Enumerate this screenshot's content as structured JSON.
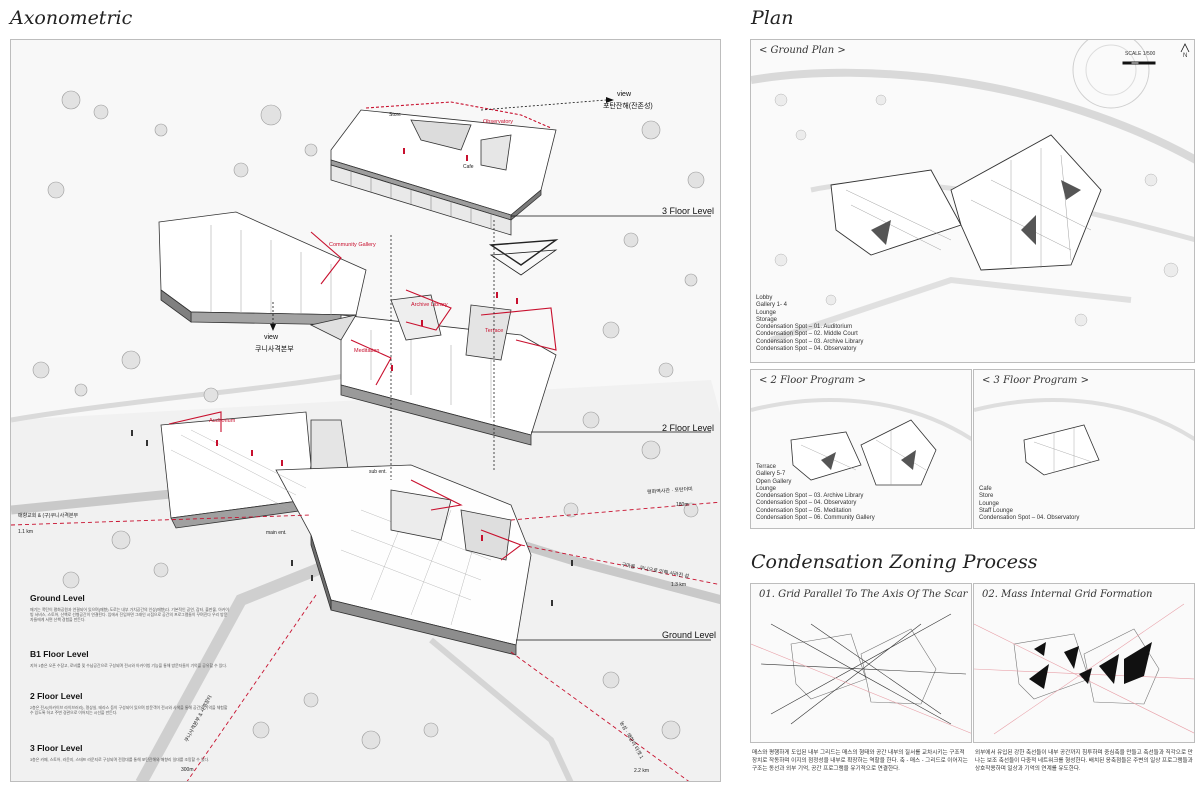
{
  "titles": {
    "axonometric": "Axonometric",
    "plan": "Plan",
    "condensation": "Condensation Zoning Process"
  },
  "axo": {
    "floor_levels": {
      "third": "3 Floor Level",
      "second": "2 Floor Level",
      "ground": "Ground Level"
    },
    "views": {
      "top_view": "view",
      "top_place": "포탄잔해(잔존성)",
      "mid_view": "view",
      "mid_place": "쿠니사격본부"
    },
    "program_labels": {
      "store": "Store",
      "cafe": "Cafe",
      "observatory": "Observatory",
      "community_gallery": "Community Gallery",
      "archive_library": "Archive Library",
      "meditation": "Meditation",
      "terrace": "Terrace",
      "auditorium": "Auditorium",
      "sub_ent": "sub ent.",
      "main_ent": "main ent."
    },
    "route_labels": {
      "left_route": "매향교회 & (구)쿠니사격본부",
      "left_dist": "1.1 km",
      "right_top_route": "평화역사관 · 포탄더미",
      "right_top_dist": "180m",
      "right_mid_route": "구마을 · 쿠니으로 인해 사라진 섬",
      "right_mid_dist": "1.3 km",
      "bottom_left_route": "쿠니사격본부 & 사격장터",
      "bottom_left_dist": "300m",
      "bottom_right_route": "농섬 · 매향리 타겟 1",
      "bottom_right_dist": "2.2 km"
    },
    "levels": [
      {
        "name": "Ground Level",
        "desc": "매기는 폭탄이 평화공원과 연결되어 있으며(매향) 도로는 내부 가치공간의 인상(매향)다. 기본적인 공연, 감터, 출판물, 아카이빙 서비스, 스토어, 산책로 선형공간이 연결된다. 입에서 진입하면 그래인 시점으로 공간의 프로그램들이 꾸며진다 우리 방문자들에게 서면 산책 경험을 만든다."
      },
      {
        "name": "B1 Floor Level",
        "desc": "지하 1층은 오픈 수장고, 로비를 및 수납공간으로 구성되며 전시와 아카이빙 기능을 통해 방문자들이 기억을 공유할 수 있다."
      },
      {
        "name": "2 Floor Level",
        "desc": "2층은 전시(아카이브 라이브러리), 명상실, 테라스 등이 구성되어 있으며 방문객이 전시와 사색을 통해 공간의 기억을 체험할 수 있도록 하고 주변 경관으로 이어지는 시선을 만든다."
      },
      {
        "name": "3 Floor Level",
        "desc": "3층은 카페, 스토어, 라운지, 스태프 라운지로 구성되며 전망대를 통해 포탄잔해와 매향리 일대를 조망할 수 있다."
      }
    ]
  },
  "plan": {
    "ground": {
      "title": "< Ground Plan >",
      "scale": "SCALE 1/500",
      "north": "N",
      "items": [
        "Lobby",
        "Gallery 1- 4",
        "Lounge",
        "Storage",
        "Condensation Spot – 01. Auditorium",
        "Condensation Spot – 02. Middle Court",
        "Condensation Spot – 03. Archive Library",
        "Condensation Spot – 04. Observatory"
      ]
    },
    "floor2": {
      "title": "< 2 Floor Program >",
      "items": [
        "Terrace",
        "Gallery 5-7",
        "Open Gallery",
        "Lounge",
        "Condensation Spot – 03. Archive Library",
        "Condensation Spot – 04. Observatory",
        "Condensation Spot – 05. Meditation",
        "Condensation Spot – 06. Community Gallery"
      ]
    },
    "floor3": {
      "title": "< 3 Floor Program >",
      "items": [
        "Cafe",
        "Store",
        "Lounge",
        "Staff Lounge",
        "Condensation Spot – 04. Observatory"
      ]
    }
  },
  "process": {
    "step1_title": "01. Grid Parallel To The Axis Of The Scar",
    "step2_title": "02. Mass Internal Grid Formation",
    "step1_text": "매스와 평행하게 도입된 내부 그리드는 매스의 형태와 공간 내부의 질서를 교차시키는 구조적 장치로 작동하며 이지의 점정성을 내부로 확장하는 역할을 한다. 축 - 매스 - 그리드로 이어지는 구조는 동선과 외부 기억, 공간 프로그램을 유기적으로 연결한다.",
    "step2_text": "외부에서 유입된 강한 축선들이 내부 공간까지 침투하며 중심축을 만들고 축선들과 직각으로 만나는 보조 축선들이 다중적 네트워크를 형성한다. 배치된 응축점들은 주변의 일상 프로그램들과 상호작용하며 일상과 기억의 연계를 유도한다."
  }
}
